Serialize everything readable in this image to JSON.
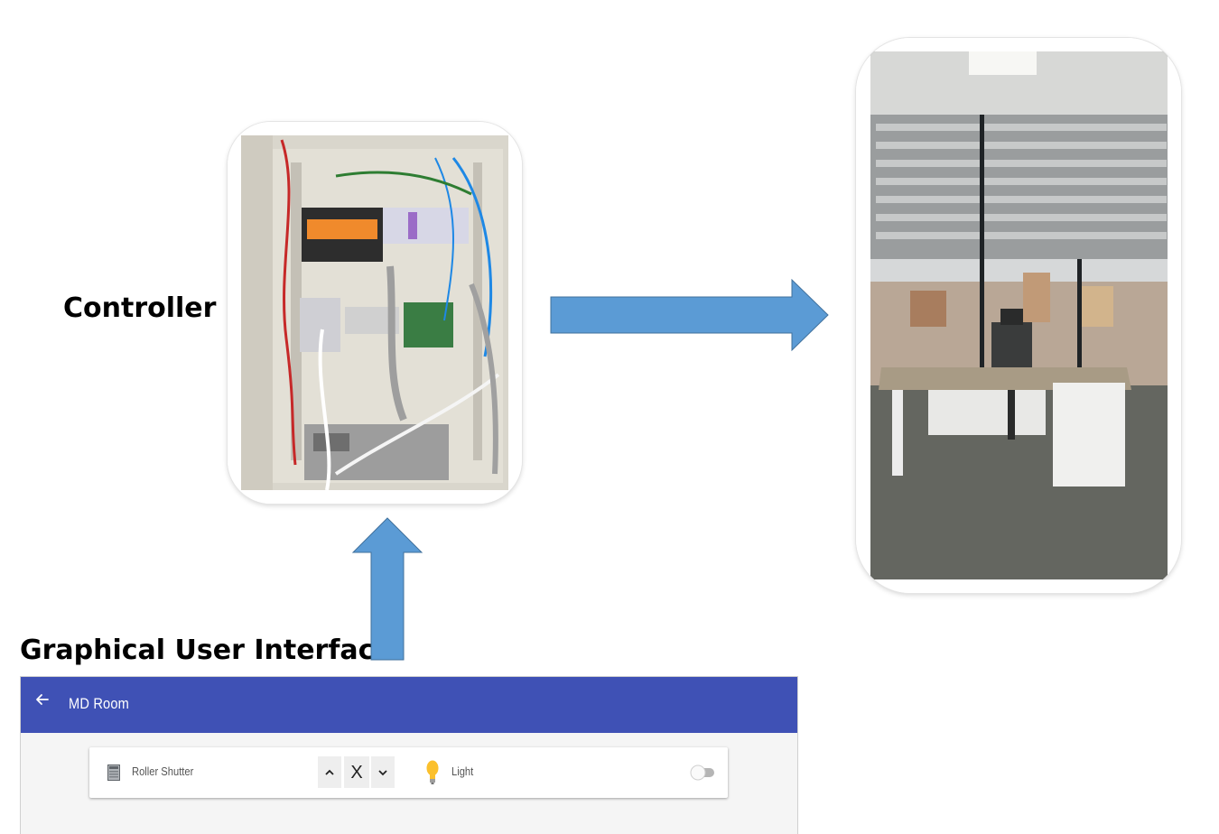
{
  "labels": {
    "controller": "Controller",
    "gui": "Graphical User Interface"
  },
  "colors": {
    "arrow": "#5b9bd5",
    "appbar": "#3f51b5",
    "bulb": "#fbc02d"
  },
  "images": {
    "controller_photo": "photo of an open electrical control cabinet with modules and wiring",
    "room_photo": "photo of an office room with a desk, chair and window blinds"
  },
  "gui": {
    "title": "MD Room",
    "back_icon": "arrow-left-icon",
    "devices": [
      {
        "icon": "roller-shutter-icon",
        "label": "Roller Shutter",
        "controls": [
          "up",
          "stop",
          "down"
        ],
        "stop_label": "X"
      },
      {
        "icon": "bulb-icon",
        "label": "Light",
        "state": "off"
      }
    ]
  }
}
